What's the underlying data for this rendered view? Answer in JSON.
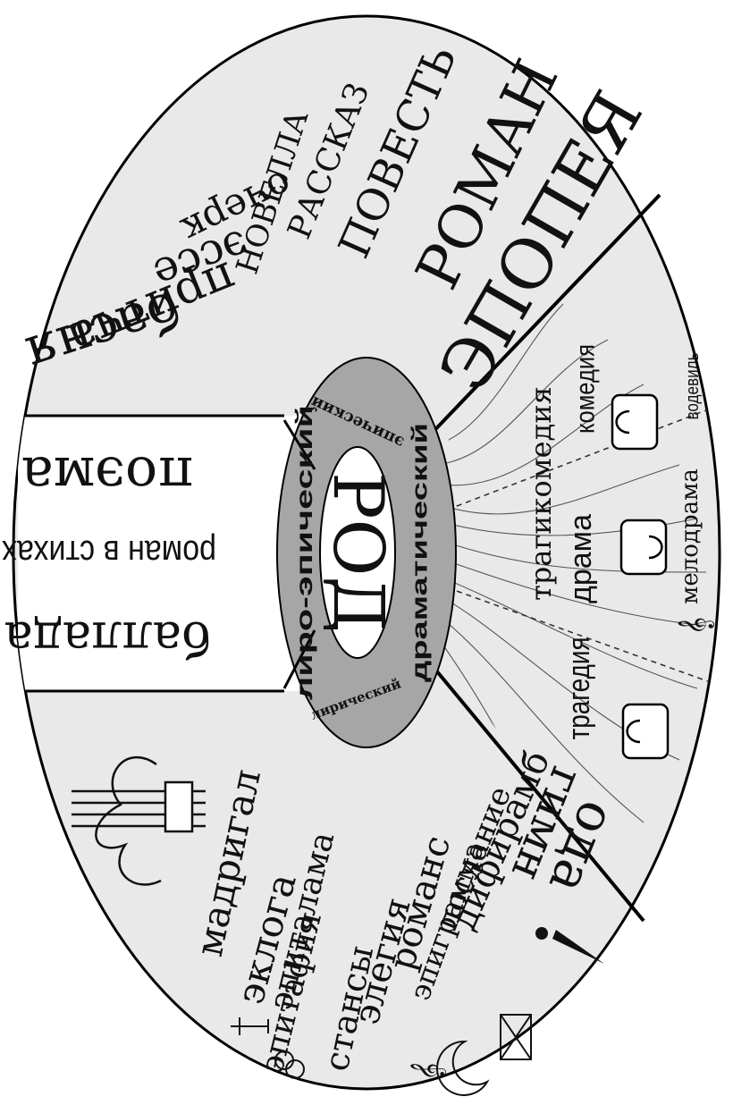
{
  "center": {
    "title": "РОД"
  },
  "ring": {
    "epic": "эпический",
    "lyro_epic": "лиро-эпический",
    "dramatic": "драматический",
    "lyric": "лирический"
  },
  "epic_genres": [
    "басня",
    "притча",
    "эссе",
    "очерк",
    "НОВЕЛЛА",
    "РАССКАЗ",
    "ПОВЕСТЬ",
    "РОМАН",
    "ЭПОПЕЯ"
  ],
  "lyro_epic_genres": [
    "поэма",
    "роман в стихах",
    "баллада"
  ],
  "dramatic_genres": [
    "комедия",
    "водевиль",
    "трагикомедия",
    "драма",
    "мелодрама",
    "трагедия"
  ],
  "lyric_genres": [
    "мадригал",
    "эклога",
    "эпиталама",
    "эпитафия",
    "стансы",
    "элегия",
    "романс",
    "эпиграмма",
    "послание",
    "дифирамб",
    "гимн",
    "ода"
  ],
  "icons": [
    "theater-mask-icon",
    "lyre-icon",
    "treble-clef-icon",
    "envelope-icon",
    "wedding-rings-icon",
    "exclamation-icon",
    "gravestone-icon"
  ],
  "colors": {
    "ring": "#a6a6a6",
    "background": "#e9e9e9",
    "lines": "#000000"
  }
}
